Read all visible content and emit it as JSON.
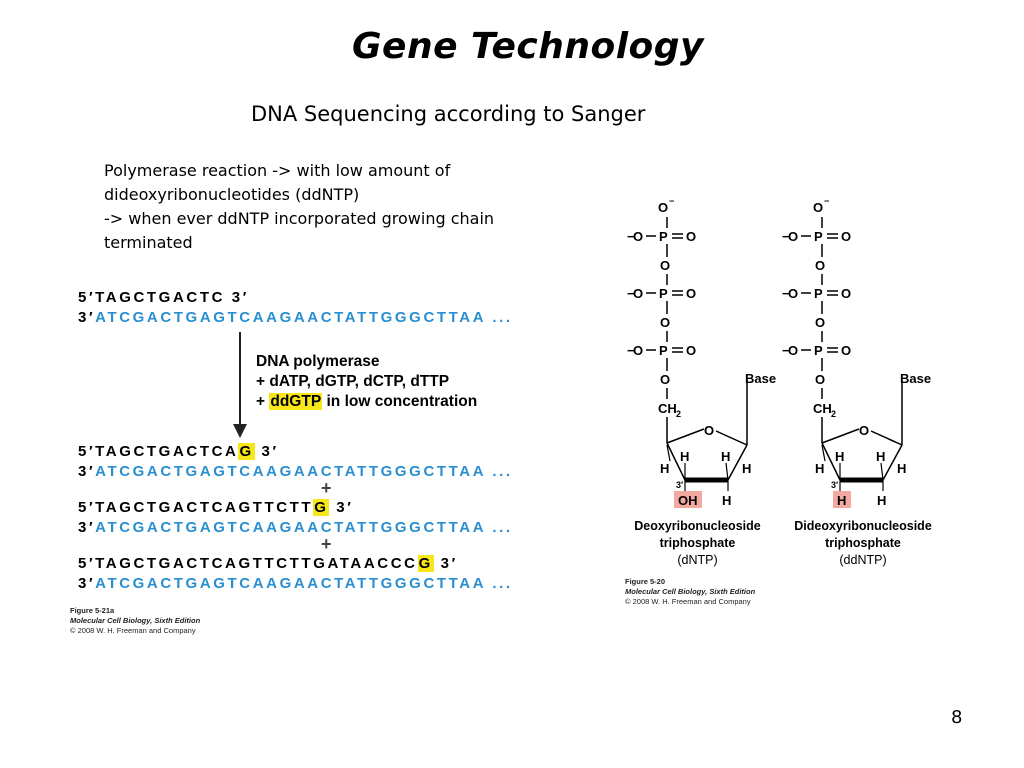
{
  "slide": {
    "title": "Gene Technology",
    "subtitle": "DNA Sequencing according to Sanger",
    "body_lines": [
      "Polymerase reaction -> with low amount of",
      "dideoxyribonucleotides (ddNTP)",
      "-> when ever ddNTP incorporated growing chain",
      "terminated"
    ],
    "page_number": "8"
  },
  "figure_left": {
    "primer_5": "5′",
    "primer_seq": "TAGCTGACTC",
    "primer_3": "3′",
    "template_3": "3′",
    "template_seq": "ATCGACTGAGTCAAGAACTATTGGGCTTAA ...",
    "polymerase_lines": [
      "DNA polymerase",
      "+ dATP, dGTP, dCTP, dTTP"
    ],
    "ddgtp_plus": "+",
    "ddgtp_label": "ddGTP",
    "ddgtp_rest": " in low concentration",
    "products": [
      {
        "five": "5′",
        "seq": "TAGCTGACTCA",
        "term": "G",
        "three": "3′"
      },
      {
        "five": "5′",
        "seq": "TAGCTGACTCAGTTCTT",
        "term": "G",
        "three": "3′"
      },
      {
        "five": "5′",
        "seq": "TAGCTGACTCAGTTCTTGATAACCC",
        "term": "G",
        "three": "3′"
      }
    ],
    "plus_sign": "+",
    "caption": [
      "Figure 5-21a",
      "Molecular Cell Biology, Sixth Edition",
      "© 2008 W. H. Freeman and Company"
    ]
  },
  "figure_right": {
    "molecules": [
      {
        "oh_label": "OH",
        "name_lines": [
          "Deoxyribonucleoside",
          "triphosphate"
        ],
        "abbr": "(dNTP)"
      },
      {
        "oh_label": "H",
        "name_lines": [
          "Dideoxyribonucleoside",
          "triphosphate"
        ],
        "abbr": "(ddNTP)"
      }
    ],
    "base_label": "Base",
    "caption": [
      "Figure 5-20",
      "Molecular Cell Biology, Sixth Edition",
      "© 2008 W. H. Freeman and Company"
    ],
    "colors": {
      "highlight": "#f4a9a0",
      "yellow": "#f7e61a",
      "blue": "#2a8fd0"
    }
  }
}
